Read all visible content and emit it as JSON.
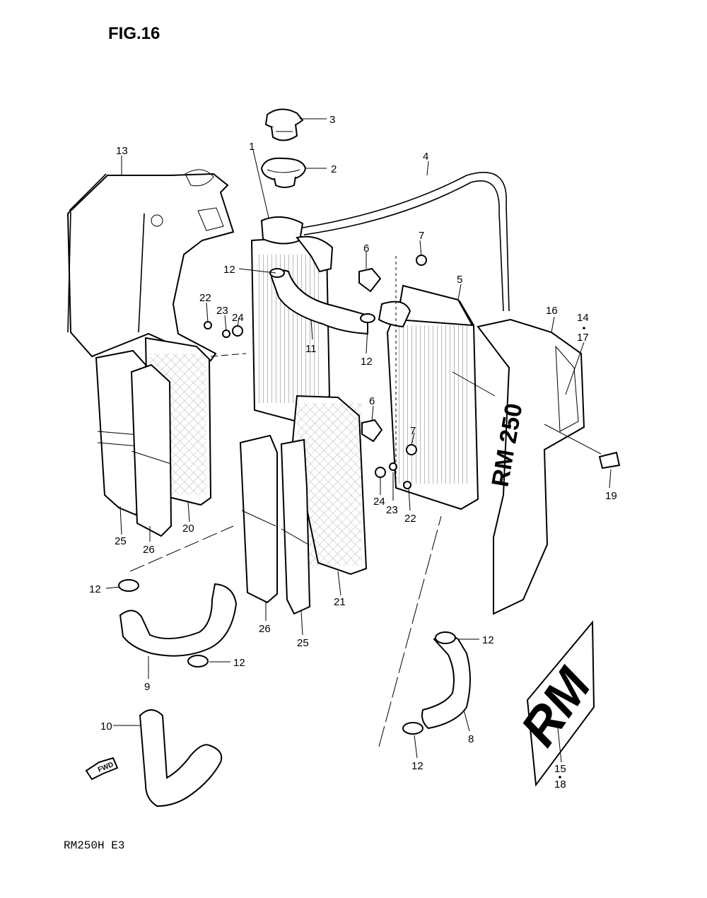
{
  "header": {
    "figure_label": "FIG.16"
  },
  "footer": {
    "model_code": "RM250H E3"
  },
  "fwd_arrow": {
    "label": "FWD"
  },
  "decals": {
    "large_decal_text": "RM",
    "shroud_text": "RM 250"
  },
  "callouts": [
    {
      "id": "c-3",
      "label": "3"
    },
    {
      "id": "c-2",
      "label": "2"
    },
    {
      "id": "c-1",
      "label": "1"
    },
    {
      "id": "c-4",
      "label": "4"
    },
    {
      "id": "c-13",
      "label": "13"
    },
    {
      "id": "c-7a",
      "label": "7"
    },
    {
      "id": "c-6a",
      "label": "6"
    },
    {
      "id": "c-12a",
      "label": "12"
    },
    {
      "id": "c-5",
      "label": "5"
    },
    {
      "id": "c-22a",
      "label": "22"
    },
    {
      "id": "c-23a",
      "label": "23"
    },
    {
      "id": "c-24a",
      "label": "24"
    },
    {
      "id": "c-16",
      "label": "16"
    },
    {
      "id": "c-14",
      "label": "14"
    },
    {
      "id": "c-17",
      "label": "17"
    },
    {
      "id": "c-11",
      "label": "11"
    },
    {
      "id": "c-12b",
      "label": "12"
    },
    {
      "id": "c-6b",
      "label": "6"
    },
    {
      "id": "c-7b",
      "label": "7"
    },
    {
      "id": "c-19",
      "label": "19"
    },
    {
      "id": "c-24b",
      "label": "24"
    },
    {
      "id": "c-23b",
      "label": "23"
    },
    {
      "id": "c-22b",
      "label": "22"
    },
    {
      "id": "c-20",
      "label": "20"
    },
    {
      "id": "c-25a",
      "label": "25"
    },
    {
      "id": "c-26a",
      "label": "26"
    },
    {
      "id": "c-21",
      "label": "21"
    },
    {
      "id": "c-26b",
      "label": "26"
    },
    {
      "id": "c-25b",
      "label": "25"
    },
    {
      "id": "c-12c",
      "label": "12"
    },
    {
      "id": "c-12d",
      "label": "12"
    },
    {
      "id": "c-9",
      "label": "9"
    },
    {
      "id": "c-12e",
      "label": "12"
    },
    {
      "id": "c-10",
      "label": "10"
    },
    {
      "id": "c-8",
      "label": "8"
    },
    {
      "id": "c-12f",
      "label": "12"
    },
    {
      "id": "c-15",
      "label": "15"
    },
    {
      "id": "c-18",
      "label": "18"
    }
  ]
}
